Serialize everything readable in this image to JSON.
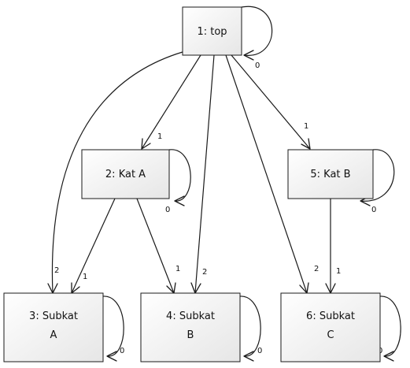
{
  "diagram": {
    "nodes": {
      "top": {
        "label": "1: top"
      },
      "kat_a": {
        "label": "2: Kat A"
      },
      "kat_b": {
        "label": "5: Kat B"
      },
      "subkat_a": {
        "line1": "3: Subkat",
        "line2": "A"
      },
      "subkat_b": {
        "line1": "4: Subkat",
        "line2": "B"
      },
      "subkat_c": {
        "line1": "6: Subkat",
        "line2": "C"
      }
    },
    "edges": {
      "top_loop": "0",
      "top_to_kat_a": "1",
      "top_to_kat_b": "1",
      "top_to_subkat_a": "2",
      "top_to_subkat_b": "2",
      "top_to_subkat_c": "2",
      "kat_a_loop": "0",
      "kat_a_to_subkat_a": "1",
      "kat_a_to_subkat_b": "1",
      "kat_b_loop": "0",
      "kat_b_to_subkat_c": "1",
      "subkat_a_loop": "0",
      "subkat_b_loop": "0",
      "subkat_c_loop": "0"
    }
  }
}
